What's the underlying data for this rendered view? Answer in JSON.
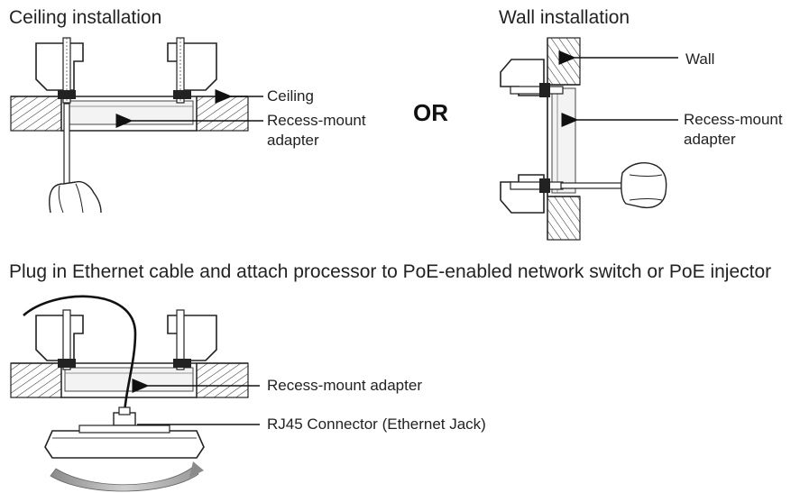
{
  "ceiling": {
    "title": "Ceiling installation",
    "label_ceiling": "Ceiling",
    "label_adapter_1": "Recess-mount",
    "label_adapter_2": "adapter"
  },
  "separator": "OR",
  "wall": {
    "title": "Wall installation",
    "label_wall": "Wall",
    "label_adapter_1": "Recess-mount",
    "label_adapter_2": "adapter"
  },
  "ethernet": {
    "title": "Plug in Ethernet cable and attach processor to PoE-enabled network switch or PoE injector",
    "label_adapter": "Recess-mount adapter",
    "label_connector": "RJ45 Connector (Ethernet Jack)"
  }
}
